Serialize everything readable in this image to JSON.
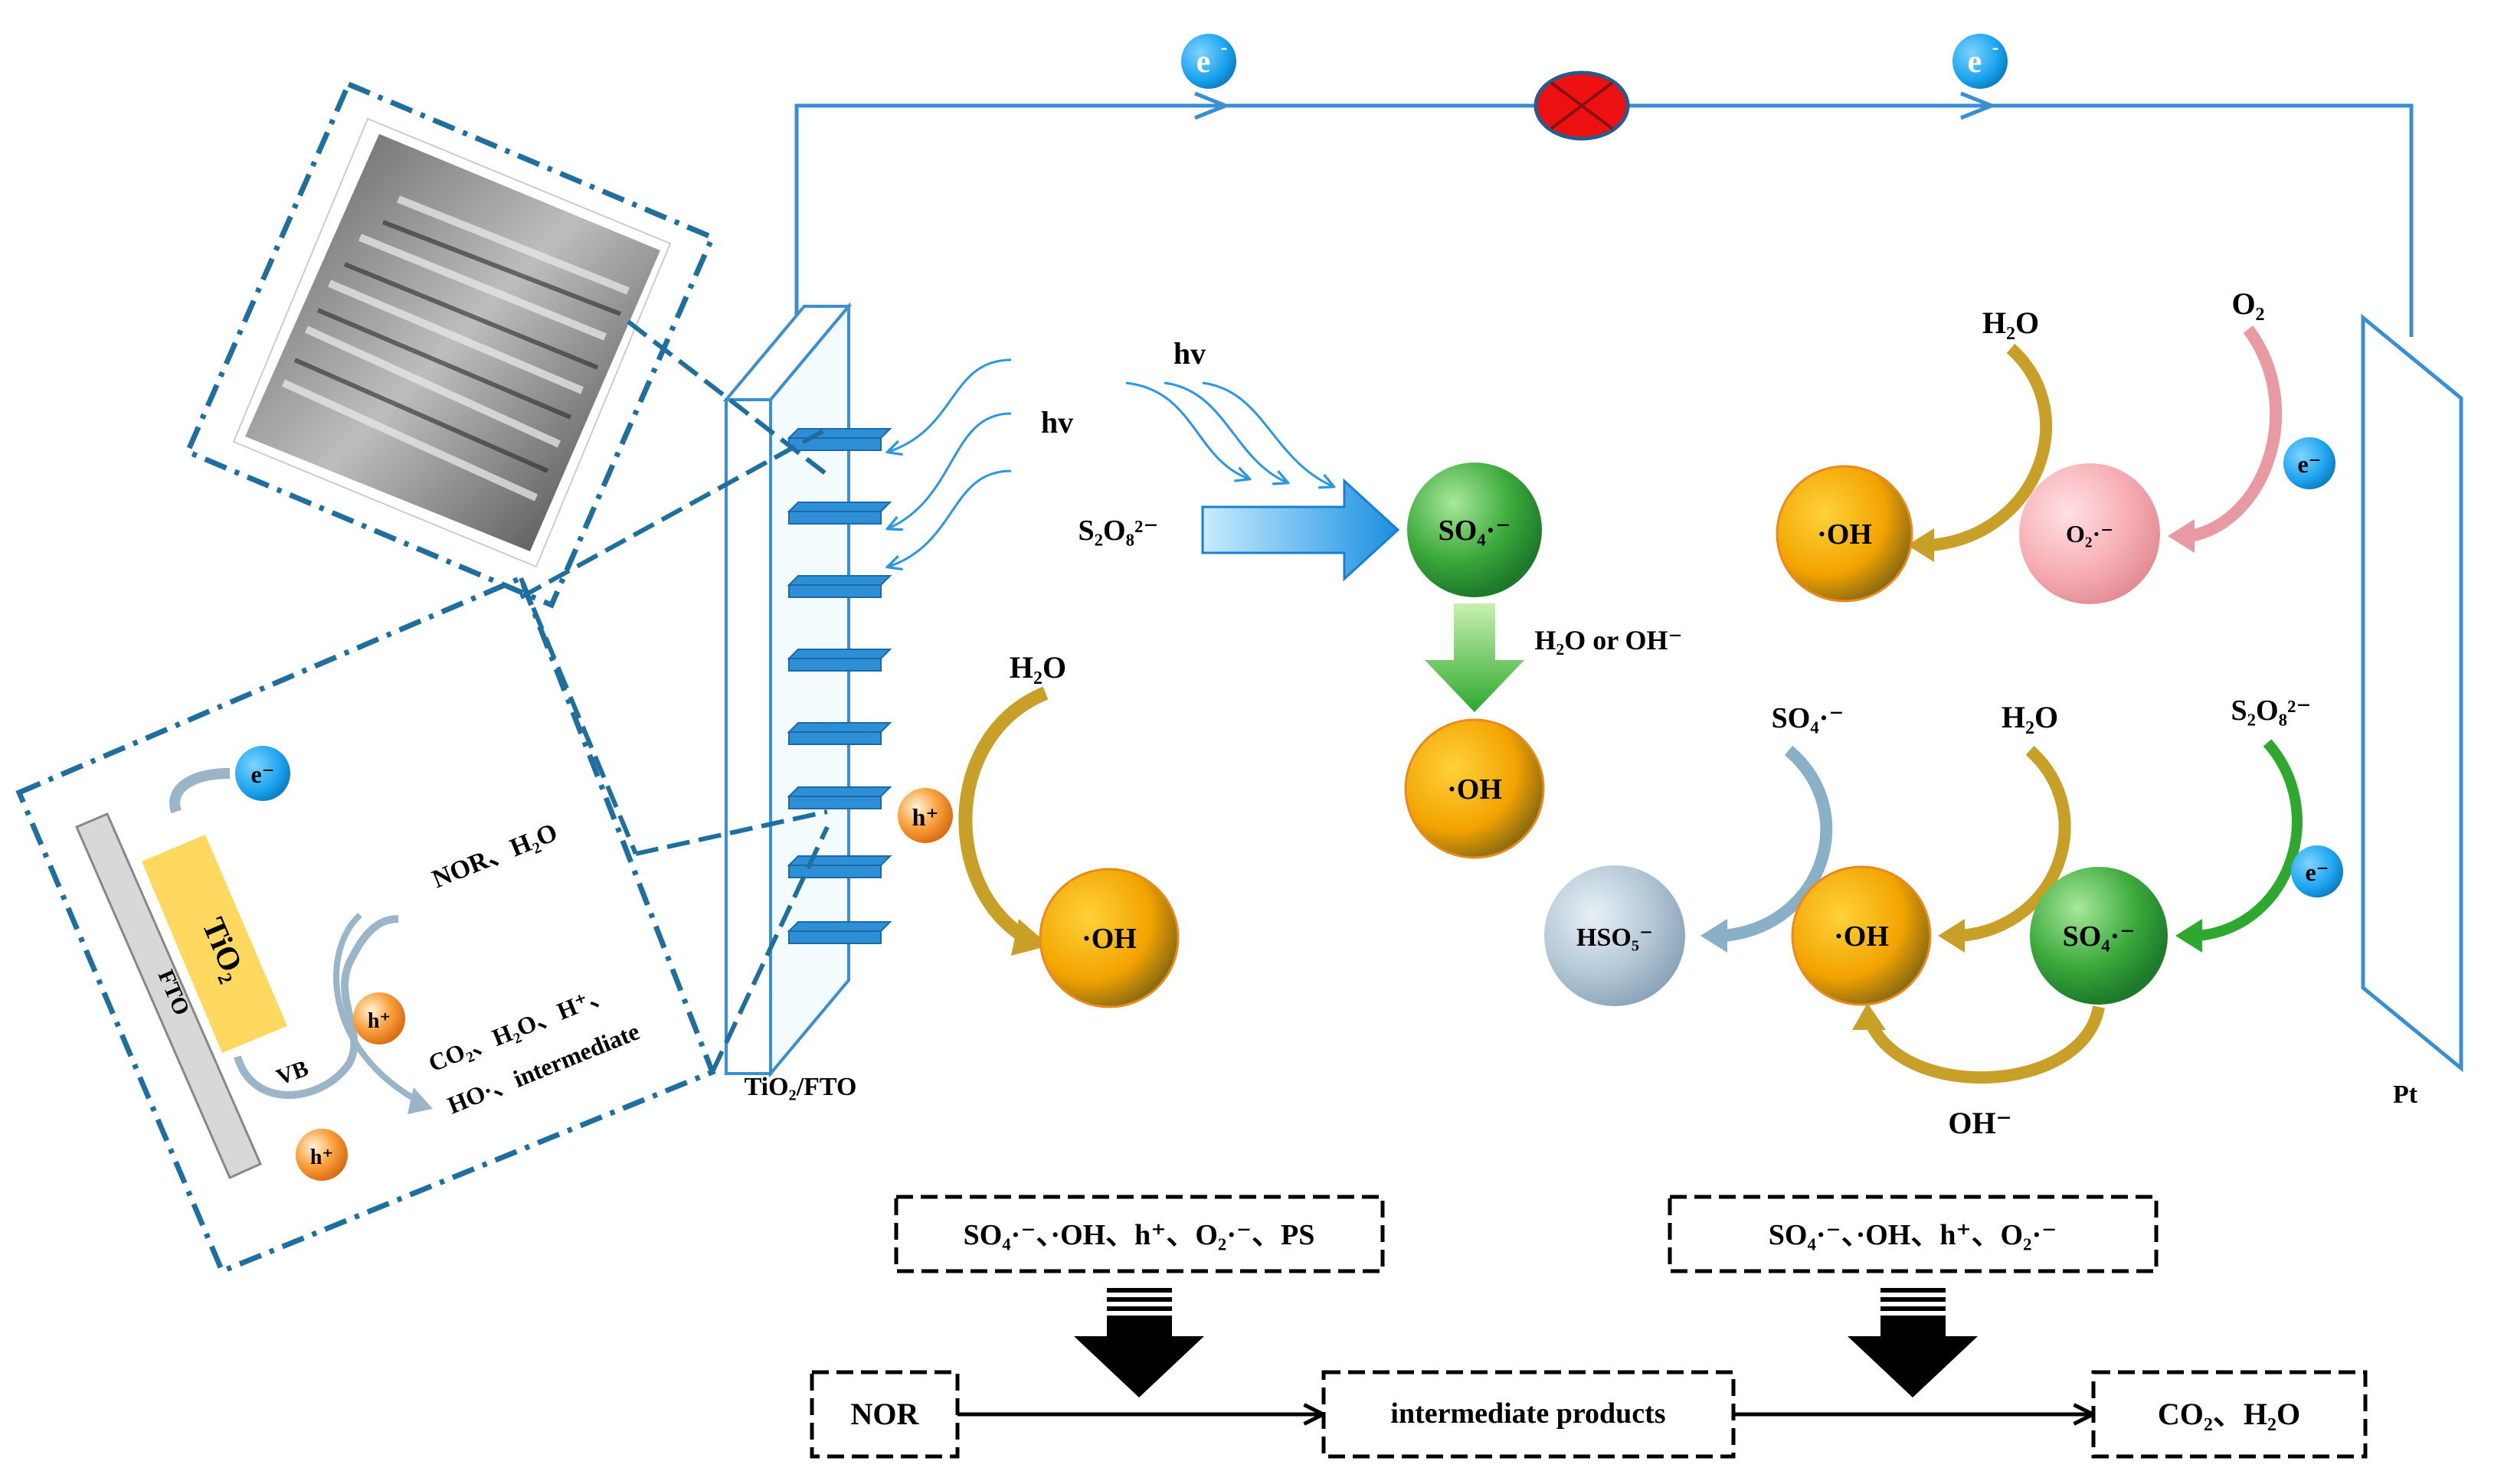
{
  "circuit": {
    "electron": "e",
    "electron_sup": "-"
  },
  "electrode_left": {
    "label": "TiO₂/FTO"
  },
  "electrode_right": {
    "label": "Pt"
  },
  "light": {
    "hv": "hv"
  },
  "reactants": {
    "persulfate": "S₂O₈²⁻",
    "sulfate_radical": "SO₄·⁻",
    "hydroxyl_radical": "·OH",
    "water": "H₂O",
    "water_or_oh": "H₂O or OH⁻",
    "oxygen": "O₂",
    "superoxide": "O₂·⁻",
    "hydroxide": "OH⁻",
    "hso5": "HSO₅⁻",
    "hole": "h⁺"
  },
  "inset": {
    "tio2": "TiO₂",
    "fto": "FTO",
    "vb": "VB",
    "electron": "e⁻",
    "hole": "h⁺",
    "reactant_text": "NOR、H₂O",
    "product_line1": "CO₂、H₂O、H⁺、",
    "product_line2": "HO·、intermediate"
  },
  "pathway": {
    "species_left": "SO₄·⁻、·OH、h⁺、O₂·⁻、PS",
    "species_right": "SO₄·⁻、·OH、h⁺、O₂·⁻",
    "start": "NOR",
    "middle": "intermediate products",
    "end": "CO₂、H₂O"
  },
  "colors": {
    "wire": "#3a8fd0",
    "electron_fill": "#1ea6ee",
    "sulfate_green": "#3caa3c",
    "hydroxyl_orange": "#f5a800",
    "superoxide_pink": "#f5a0a8",
    "hso5_gray": "#a8c0d0",
    "tio2_yellow": "#ffd860",
    "bulb_red": "#ee1111"
  }
}
